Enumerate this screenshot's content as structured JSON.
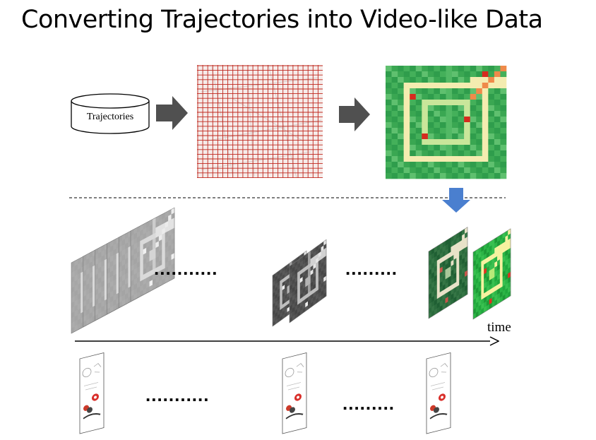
{
  "title": "Converting Trajectories into Video-like Data",
  "database_label": "Trajectories",
  "ellipsis_frames_1": "...........",
  "ellipsis_frames_2": ".........",
  "ellipsis_docs_1": "...........",
  "ellipsis_docs_2": ".........",
  "time_axis_label": "time",
  "colors": {
    "arrow": "#4d4d4d",
    "down_arrow": "#4a7fcf",
    "grid_line": "#c0281e",
    "heat_base": "#2e9e4e"
  }
}
